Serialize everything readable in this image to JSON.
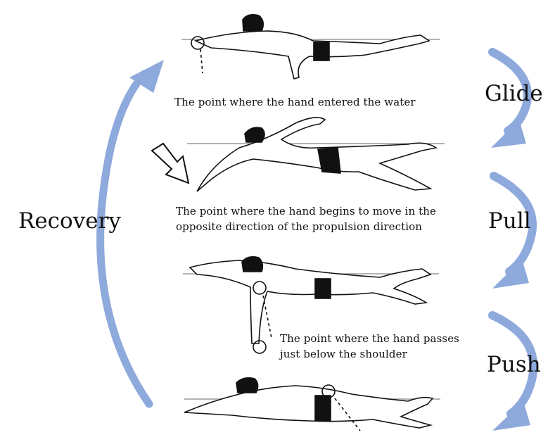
{
  "phases": {
    "glide": "Glide",
    "pull": "Pull",
    "push": "Push",
    "recovery": "Recovery"
  },
  "captions": {
    "entry": "The point where the hand entered the water",
    "reverse_line1": "The point where the hand begins to move in the",
    "reverse_line2": "opposite direction of the propulsion direction",
    "shoulder_line1": "The point where the hand passes",
    "shoulder_line2": "just below the shoulder"
  },
  "colors": {
    "arrow": "#8ea9dc",
    "ink": "#111111",
    "swimsuit": "#111111",
    "waterline": "#9a9a9a"
  },
  "icons": {
    "phase_arrows": "curved-arrow-down",
    "recovery": "curved-arrow-up",
    "direction": "hollow-arrow"
  }
}
